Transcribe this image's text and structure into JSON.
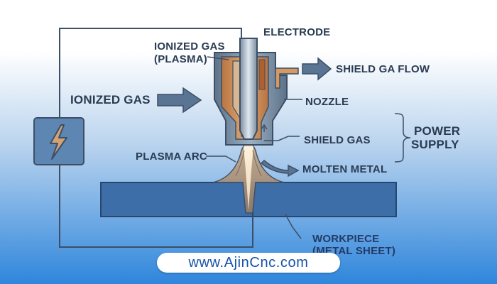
{
  "diagram": {
    "labels": {
      "electrode": "ELECTRODE",
      "ionized_gas_plasma_line1": "IONIZED GAS",
      "ionized_gas_plasma_line2": "(PLASMA)",
      "ionized_gas": "IONIZED GAS",
      "shield_ga_flow": "SHIELD GA FLOW",
      "nozzle": "NOZZLE",
      "power_supply_line1": "POWER",
      "power_supply_line2": "SUPPLY",
      "shield_gas": "SHIELD GAS",
      "plasma_arc": "PLASMA ARC",
      "molten_metal": "MOLTEN METAL",
      "workpiece_line1": "WORKPIECE",
      "workpiece_line2": "(METAL SHEET)"
    },
    "icons": {
      "power_source": "lightning-bolt-icon"
    },
    "colors": {
      "background_top": "#ffffff",
      "background_bottom": "#3f8fdc",
      "outline": "#3c4f66",
      "copper": "#c98a55",
      "torch_steel": "#6f8296",
      "workpiece": "#3d6ea8",
      "arrow": "#5a7594"
    }
  },
  "footer": {
    "url": "www.AjinCnc.com"
  }
}
